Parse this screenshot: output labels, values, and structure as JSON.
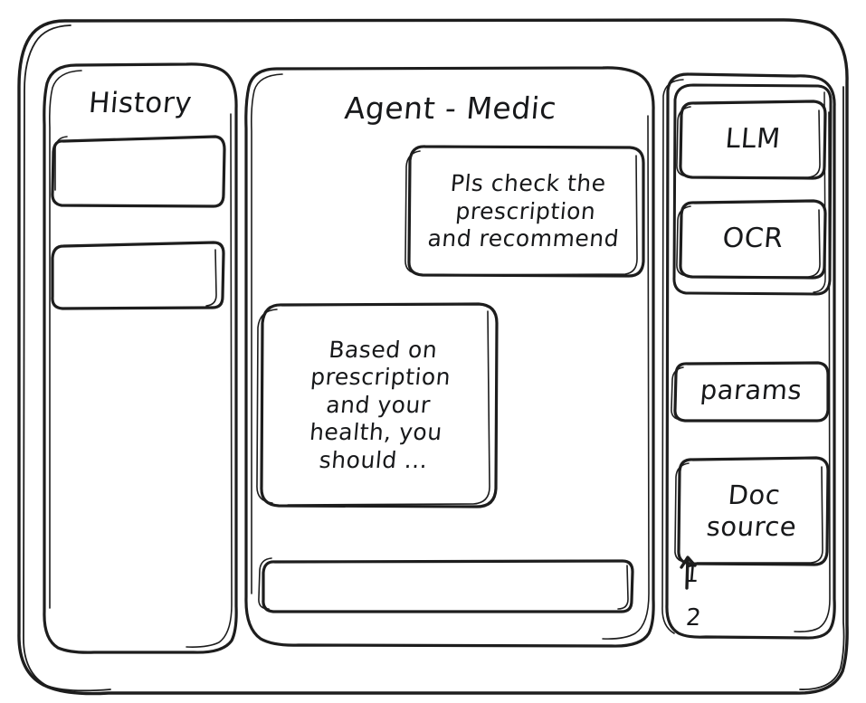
{
  "app": {
    "style": "hand-drawn-wireframe",
    "ink_color": "#1d1d1d",
    "background_color": "#ffffff"
  },
  "sidebar": {
    "title": "History",
    "items": [
      {
        "label": "",
        "name": "history-item-1"
      },
      {
        "label": "",
        "name": "history-item-2"
      }
    ]
  },
  "chat": {
    "title": "Agent - Medic",
    "messages": [
      {
        "role": "user",
        "align": "right",
        "lines": [
          "Pls check the",
          "prescription",
          "and recommend"
        ],
        "text": "Pls check the prescription and recommend"
      },
      {
        "role": "agent",
        "align": "left",
        "lines": [
          "Based on",
          "prescription",
          "and your",
          "health, you",
          "should ..."
        ],
        "text": "Based on prescription and your health, you should ..."
      }
    ],
    "input": {
      "value": "",
      "placeholder": ""
    }
  },
  "tools": {
    "model_buttons": [
      {
        "label": "LLM"
      },
      {
        "label": "OCR"
      }
    ],
    "params_button": {
      "label": "params"
    },
    "doc_source": {
      "label_lines": [
        "Doc",
        "source"
      ],
      "label": "Doc source",
      "entries": [
        {
          "index": "1"
        },
        {
          "index": "2"
        }
      ]
    }
  }
}
